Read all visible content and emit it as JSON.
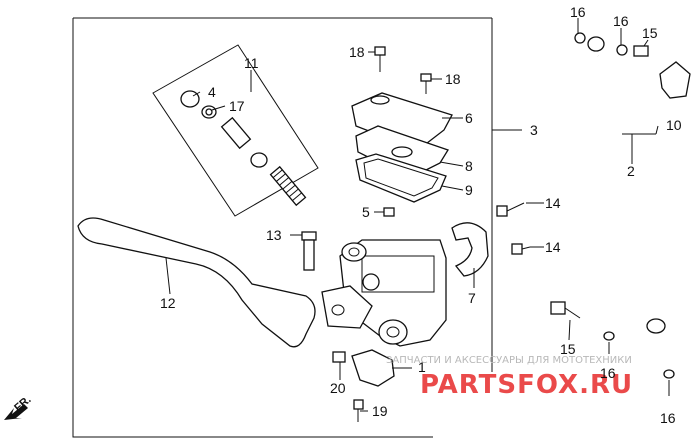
{
  "parts": {
    "p1": "1",
    "p2": "2",
    "p3": "3",
    "p4": "4",
    "p5": "5",
    "p6": "6",
    "p7": "7",
    "p8": "8",
    "p9": "9",
    "p10": "10",
    "p11": "11",
    "p12": "12",
    "p13": "13",
    "p14a": "14",
    "p14b": "14",
    "p15a": "15",
    "p15b": "15",
    "p16a": "16",
    "p16b": "16",
    "p16c": "16",
    "p16d": "16",
    "p17": "17",
    "p18a": "18",
    "p18b": "18",
    "p19": "19",
    "p20": "20"
  },
  "direction_label": "FR.",
  "watermark_text": "ЗАПЧАСТИ И АКСЕССУАРЫ ДЛЯ МОТОТЕХНИКИ",
  "watermark_logo": "PARTSFOX.RU",
  "colors": {
    "logo": "#ea4a4a",
    "watermark": "#b8b8b8",
    "ink": "#111111"
  }
}
